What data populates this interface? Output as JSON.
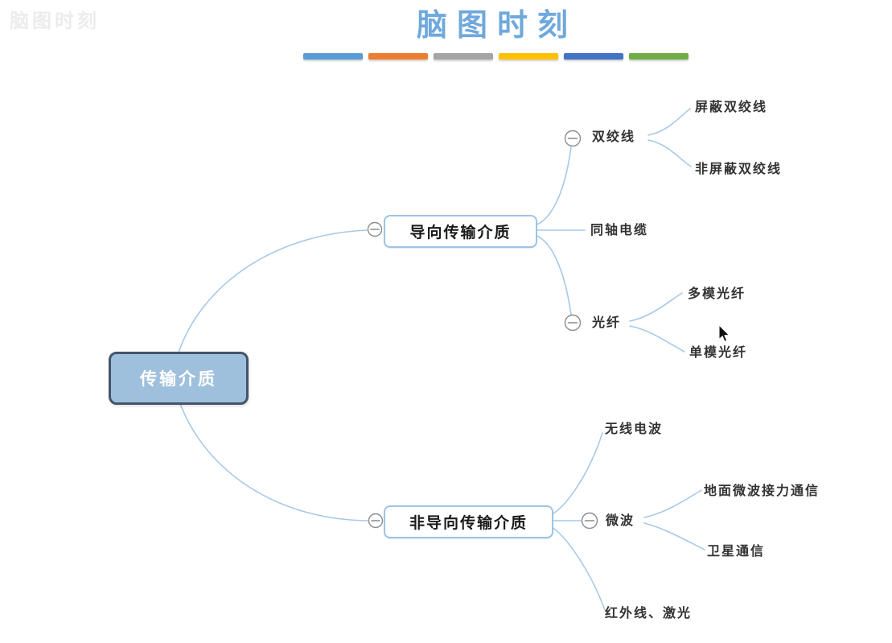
{
  "watermark": "脑图时刻",
  "title": "脑图时刻",
  "divider_colors": [
    "#5B9BD5",
    "#ED7D31",
    "#A5A5A5",
    "#FFC000",
    "#4472C4",
    "#70AD47"
  ],
  "mindmap": {
    "root": {
      "label": "传输介质"
    },
    "branches": [
      {
        "label": "导向传输介质",
        "children": [
          {
            "label": "双绞线",
            "children": [
              {
                "label": "屏蔽双绞线"
              },
              {
                "label": "非屏蔽双绞线"
              }
            ]
          },
          {
            "label": "同轴电缆",
            "children": []
          },
          {
            "label": "光纤",
            "children": [
              {
                "label": "多模光纤"
              },
              {
                "label": "单模光纤"
              }
            ]
          }
        ]
      },
      {
        "label": "非导向传输介质",
        "children": [
          {
            "label": "无线电波",
            "children": []
          },
          {
            "label": "微波",
            "children": [
              {
                "label": "地面微波接力通信"
              },
              {
                "label": "卫星通信"
              }
            ]
          },
          {
            "label": "红外线、激光",
            "children": []
          }
        ]
      }
    ]
  },
  "icons": {
    "collapse_toggle": "minus-in-circle",
    "cursor": "arrow-pointer"
  },
  "colors": {
    "title": "#6FA8DC",
    "connector": "#A6C9E8",
    "node_border": "#9DC3E6",
    "root_fill": "#9FC0DC",
    "root_border": "#44546A",
    "leaf_text": "#333333"
  }
}
